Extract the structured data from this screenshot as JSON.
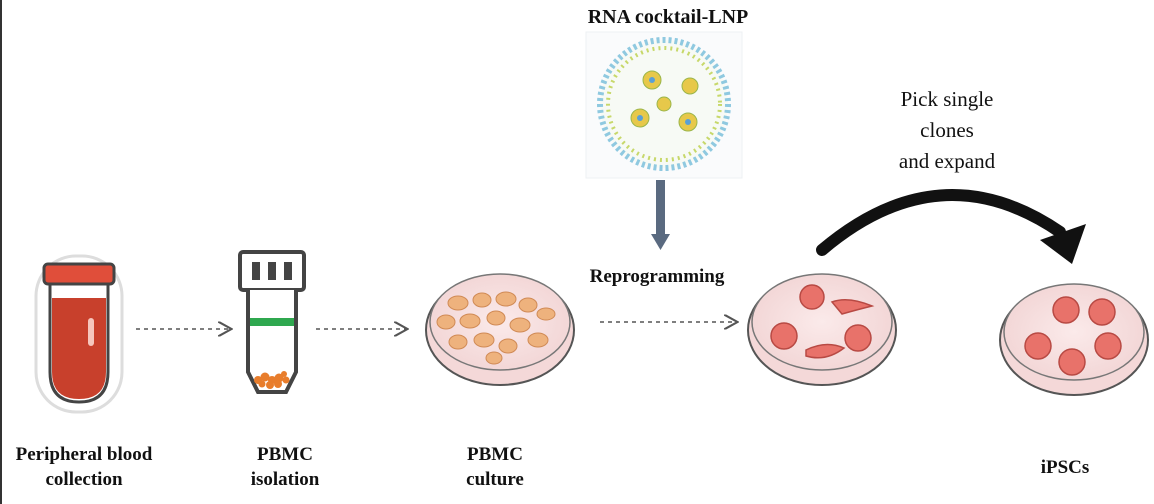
{
  "lnp": {
    "title": "RNA cocktail-LNP"
  },
  "arrows": {
    "reprogramming": "Reprogramming"
  },
  "pick": {
    "line1": "Pick single",
    "line2": "clones",
    "line3": "and expand"
  },
  "steps": [
    {
      "line1": "Peripheral blood",
      "line2": "collection"
    },
    {
      "line1": "PBMC",
      "line2": "isolation"
    },
    {
      "line1": "PBMC",
      "line2": "culture"
    },
    {
      "line1": "iPSCs",
      "line2": ""
    }
  ],
  "colors": {
    "blood": "#c8402c",
    "tube_cap": "#e04e3a",
    "pbmc_band": "#2fa84f",
    "pbmc_pellet": "#e87d2c",
    "culture_cells": "#eeb27d",
    "dish_fill": "#f4d8d8",
    "ipsc_colony": "#e8726a",
    "arrow_dark": "#000000",
    "arrow_blue_grey": "#5a6a80"
  }
}
